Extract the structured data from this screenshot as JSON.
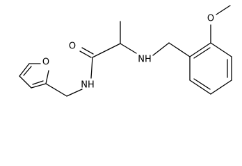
{
  "molecule": {
    "atom_labels": {
      "furan_oxygen": "O",
      "carbonyl_oxygen": "O",
      "amide_nitrogen": "NH",
      "amine_nitrogen": "NH",
      "methoxy_oxygen": "O"
    },
    "colors": {
      "bond": "#000000",
      "label": "#000000",
      "background": "#ffffff"
    }
  }
}
